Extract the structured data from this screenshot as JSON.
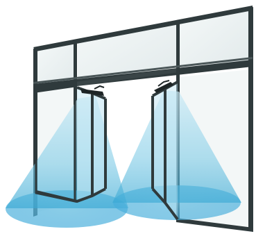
{
  "diagram": {
    "colors": {
      "background": "#ffffff",
      "frame": "#2f3a3c",
      "frame_highlight": "#4a5658",
      "glass": "#eef3f3",
      "glass_shade": "#dde6e7",
      "beam_light": "#cdebf6",
      "beam_mid": "#7fcbe6",
      "beam_dark": "#3aa9d4",
      "floor_ellipse": "#6fc1e2",
      "floor_ellipse_edge": "#45addb",
      "panel_glass": "#bfe4f2",
      "sensor": "#1e2526"
    },
    "elements": {
      "frame": "window-frame",
      "transom": "transom-windows",
      "left_door": "left-folding-door",
      "right_door": "right-folding-door",
      "left_sensor": "left-motion-sensor",
      "right_sensor": "right-motion-sensor",
      "left_beam": "left-detection-beam",
      "right_beam": "right-detection-beam"
    }
  }
}
